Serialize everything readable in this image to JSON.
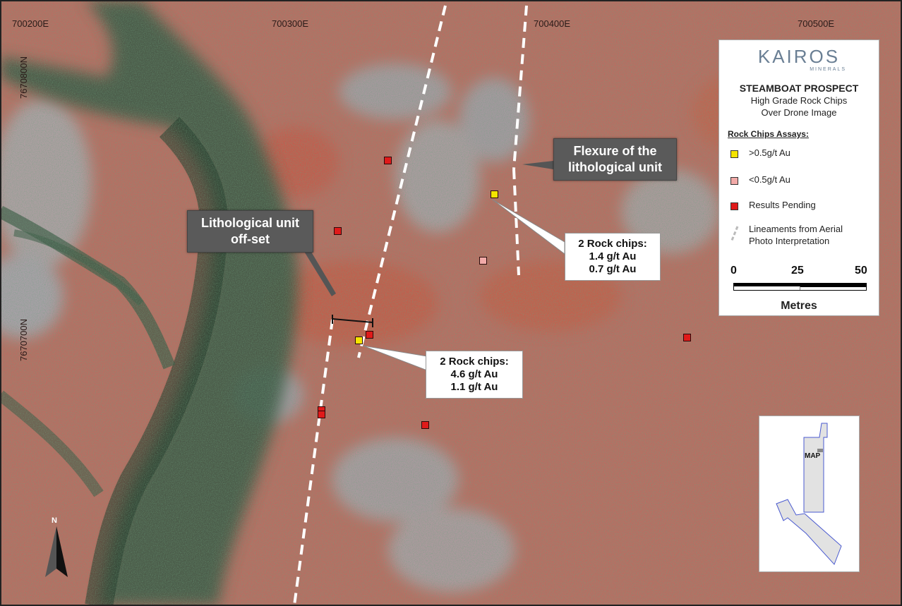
{
  "coordinates": {
    "easting": [
      "700200E",
      "700300E",
      "700400E",
      "700500E"
    ],
    "northing": [
      "7670800N",
      "7670700N"
    ]
  },
  "callouts": {
    "flexure": "Flexure of the lithological unit",
    "offset_line1": "Lithological unit",
    "offset_line2": "off-set",
    "chips_top": {
      "title": "2 Rock chips:",
      "v1": "1.4 g/t Au",
      "v2": "0.7 g/t Au"
    },
    "chips_bottom": {
      "title": "2 Rock chips:",
      "v1": "4.6 g/t Au",
      "v2": "1.1 g/t Au"
    }
  },
  "legend": {
    "brand": "KAIROS",
    "brand_sub": "MINERALS",
    "title": "STEAMBOAT PROSPECT",
    "subtitle1": "High Grade Rock Chips",
    "subtitle2": "Over Drone Image",
    "assays_heading": "Rock Chips Assays:",
    "items": [
      {
        "label": ">0.5g/t Au",
        "color": "#f5e400"
      },
      {
        "label": "<0.5g/t Au",
        "color": "#f2aaa8"
      },
      {
        "label": "Results Pending",
        "color": "#e01a1a"
      }
    ],
    "lineament_label1": "Lineaments from Aerial",
    "lineament_label2": "Photo Interpretation",
    "scale_ticks": [
      "0",
      "25",
      "50"
    ],
    "scale_unit": "Metres"
  },
  "inset": {
    "label": "MAP"
  },
  "north": {
    "label": "N"
  },
  "colors": {
    "yellow": "#f5e400",
    "pink": "#f2aaa8",
    "red": "#e01a1a"
  }
}
